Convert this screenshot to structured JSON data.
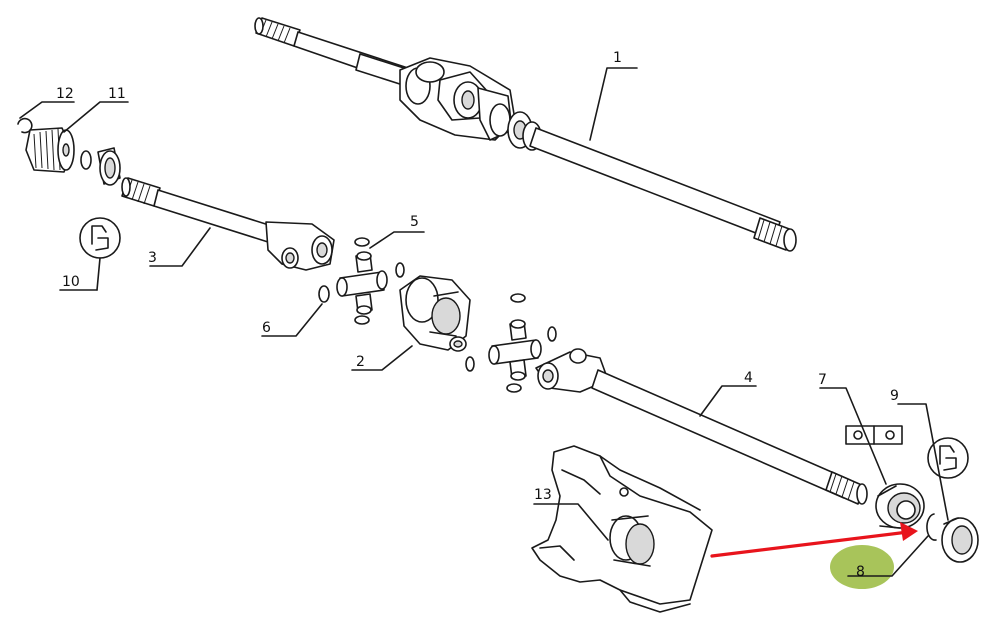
{
  "diagram": {
    "callouts": [
      {
        "id": "label-1",
        "text": "1"
      },
      {
        "id": "label-2",
        "text": "2"
      },
      {
        "id": "label-3",
        "text": "3"
      },
      {
        "id": "label-4",
        "text": "4"
      },
      {
        "id": "label-5",
        "text": "5"
      },
      {
        "id": "label-6",
        "text": "6"
      },
      {
        "id": "label-7",
        "text": "7"
      },
      {
        "id": "label-8",
        "text": "8"
      },
      {
        "id": "label-9",
        "text": "9"
      },
      {
        "id": "label-10",
        "text": "10"
      },
      {
        "id": "label-11",
        "text": "11"
      },
      {
        "id": "label-12",
        "text": "12"
      },
      {
        "id": "label-13",
        "text": "13"
      }
    ],
    "highlight_color": "#a8c45a",
    "arrow_color": "#e8141c"
  }
}
